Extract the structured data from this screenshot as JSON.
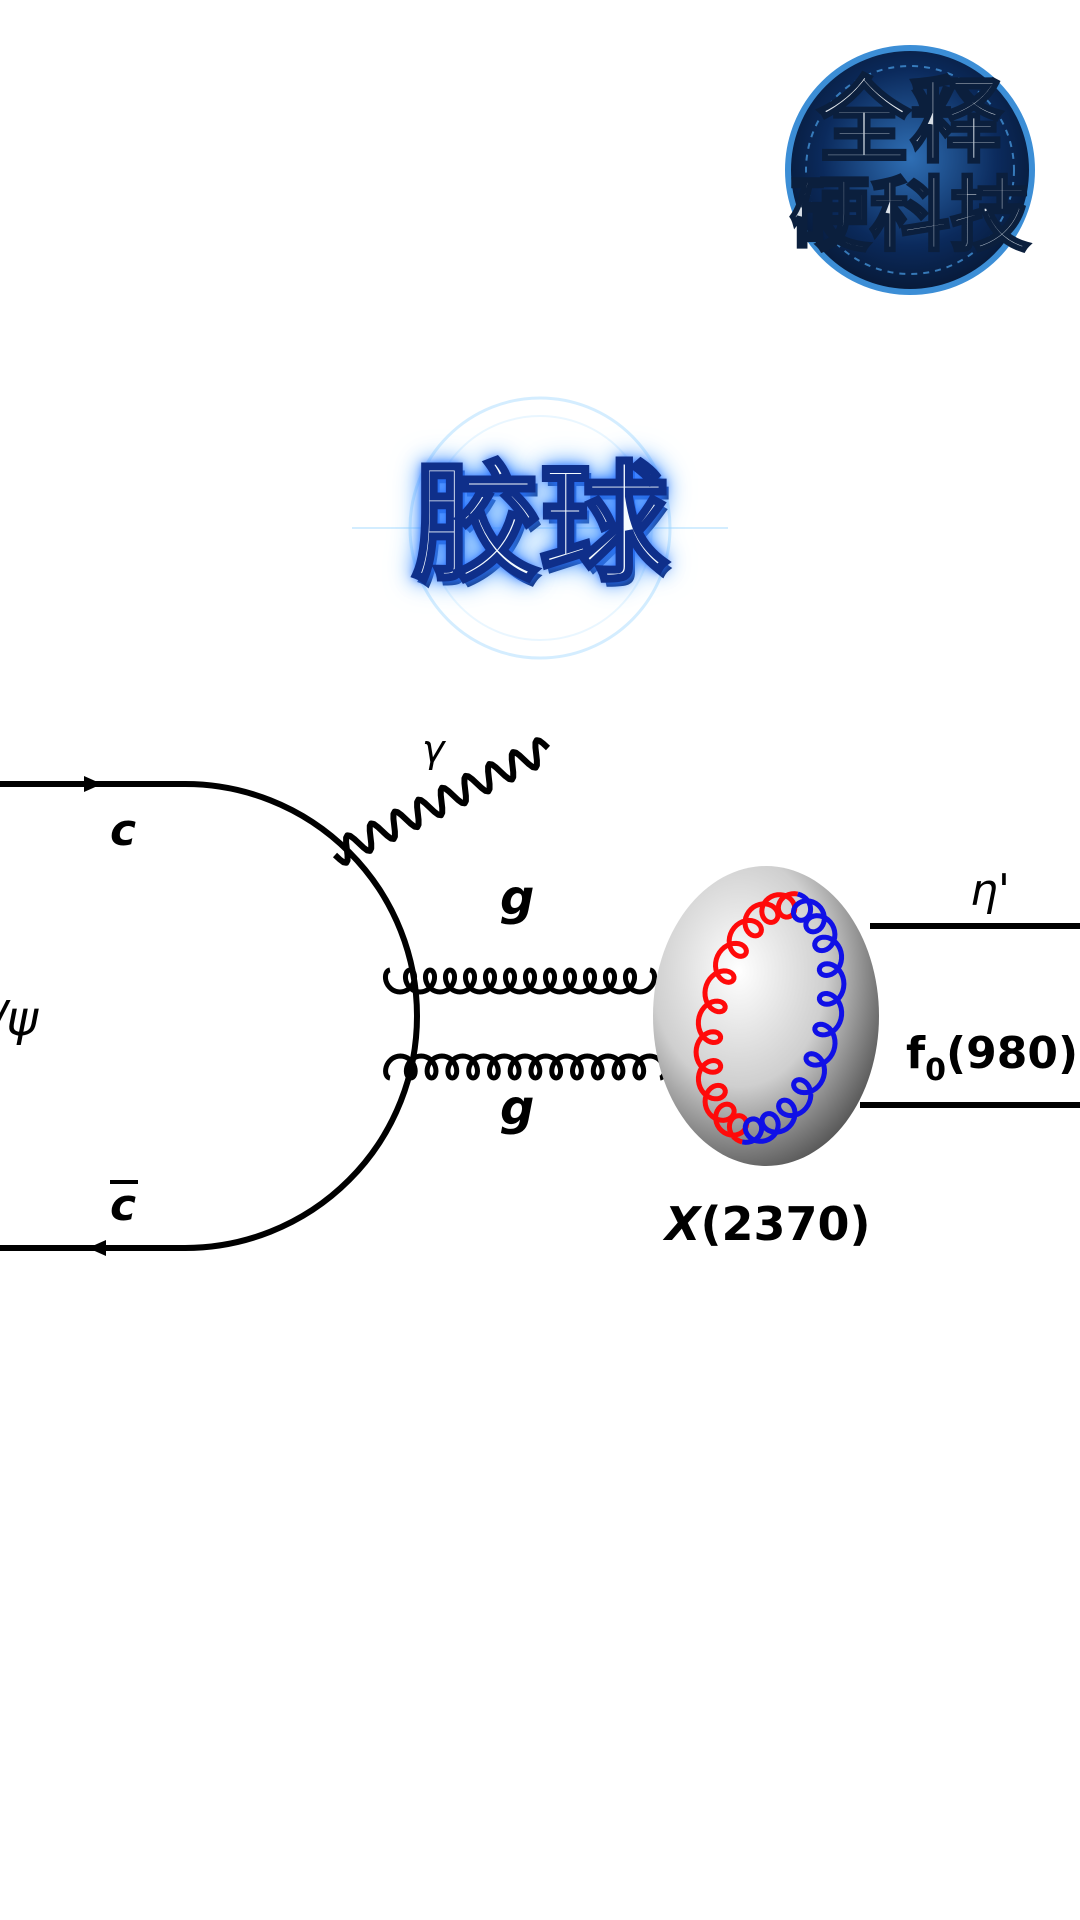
{
  "logo": {
    "line1": "全释",
    "line2": "硬科技",
    "colors": {
      "dark_blue": "#0b2a5c",
      "light_blue": "#3c8ed6"
    }
  },
  "title": {
    "text": "胶球",
    "colors": {
      "fill": "#f4fbff",
      "outline": "#0f2f8a",
      "glow": "#2a76ff"
    }
  },
  "diagram": {
    "labels": {
      "charm_quark": "c",
      "anti_charm_quark": "c",
      "jpsi": "J/ψ",
      "photon": "γ",
      "gluon_top": "g",
      "gluon_bottom": "g",
      "eta_prime": "η'",
      "f0_base": "f",
      "f0_sub": "0",
      "f0_mass": "(980)",
      "x_name": "X",
      "x_mass": "(2370)"
    },
    "colors": {
      "lines": "#000000",
      "gluon_loop_red": "#ff0a0a",
      "gluon_loop_blue": "#1010e6",
      "blob_light": "#ffffff",
      "blob_dark": "#555555"
    }
  }
}
